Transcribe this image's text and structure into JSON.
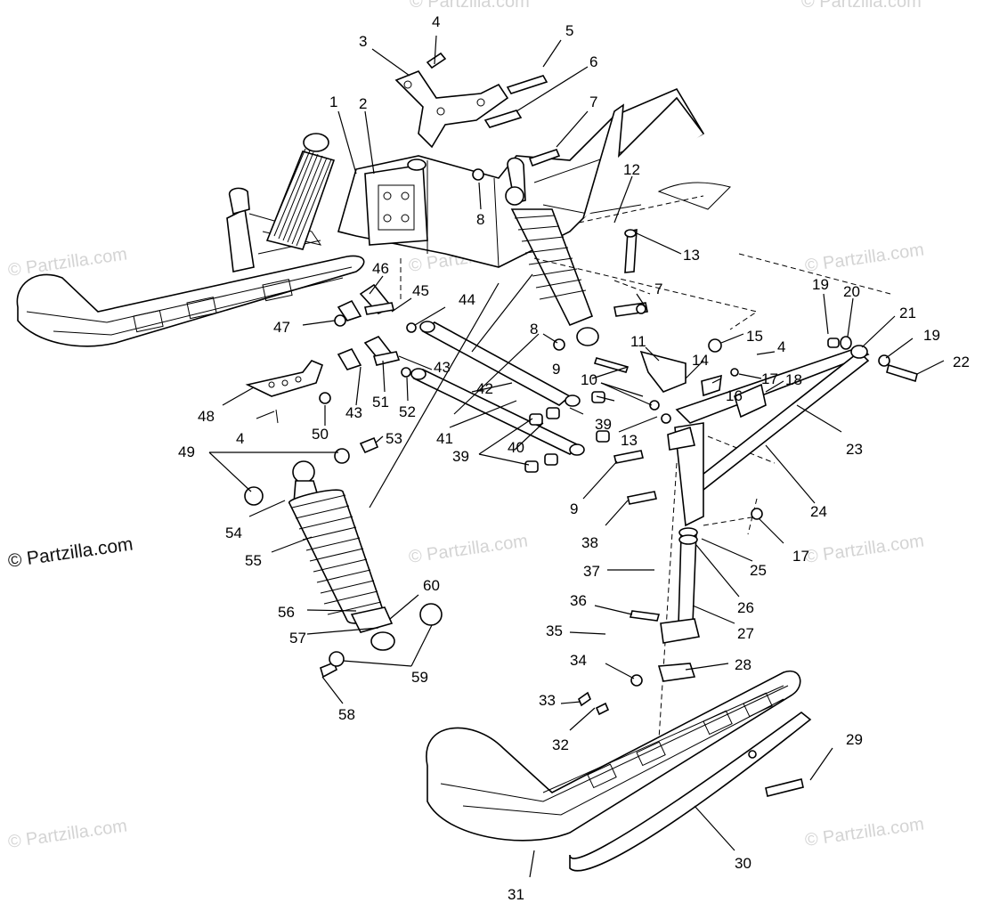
{
  "diagram": {
    "callouts": [
      "1",
      "2",
      "3",
      "4",
      "5",
      "6",
      "7",
      "8",
      "7",
      "8",
      "9",
      "10",
      "11",
      "12",
      "13",
      "13",
      "14",
      "15",
      "4",
      "16",
      "17",
      "18",
      "19",
      "20",
      "21",
      "19",
      "22",
      "23",
      "24",
      "17",
      "25",
      "26",
      "27",
      "28",
      "29",
      "30",
      "31",
      "32",
      "33",
      "34",
      "35",
      "36",
      "37",
      "38",
      "9",
      "39",
      "39",
      "40",
      "41",
      "42",
      "43",
      "43",
      "44",
      "45",
      "46",
      "47",
      "48",
      "4",
      "49",
      "50",
      "51",
      "52",
      "53",
      "54",
      "55",
      "56",
      "57",
      "58",
      "59",
      "60"
    ],
    "watermarks": [
      "© Partzilla.com",
      "© Partzilla.com",
      "© Partzilla.com",
      "© Partzilla.com",
      "© Partzilla.com",
      "© Partzilla.com",
      "© Partzilla.com",
      "© Partzilla.com",
      "© Partzilla.com"
    ],
    "copyright": "© Partzilla.com"
  }
}
